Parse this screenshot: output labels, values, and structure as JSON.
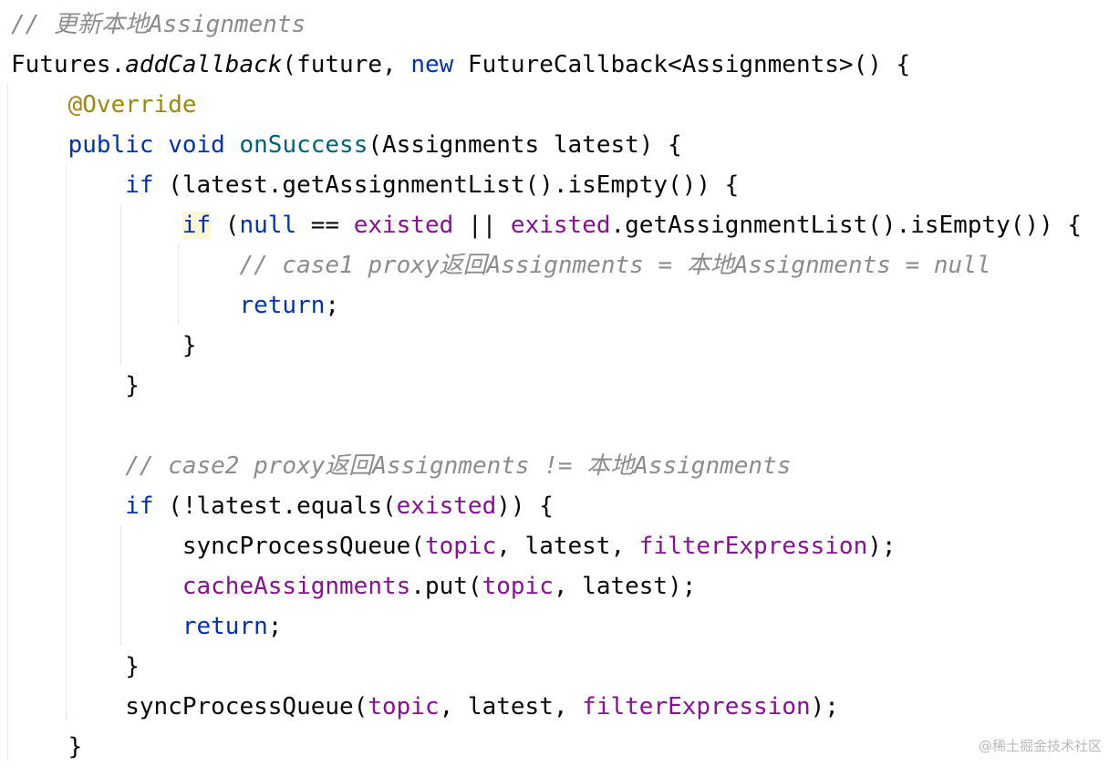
{
  "colors": {
    "background": "#ffffff",
    "default": "#080808",
    "keyword": "#0033b3",
    "comment": "#8c8c8c",
    "annotation": "#9e880d",
    "method_declaration": "#00627a",
    "field": "#871094",
    "caret_line_highlight": "#fdf7d5",
    "indent_guide": "#e6e6e6",
    "watermark": "#b9b9b9"
  },
  "code": {
    "lines": [
      {
        "tokens": [
          {
            "t": "comment",
            "text": "// 更新本地Assignments"
          }
        ]
      },
      {
        "tokens": [
          {
            "t": "plain",
            "text": "Futures."
          },
          {
            "t": "static-call",
            "text": "addCallback"
          },
          {
            "t": "plain",
            "text": "(future, "
          },
          {
            "t": "keyword",
            "text": "new"
          },
          {
            "t": "plain",
            "text": " FutureCallback<Assignments>() {"
          }
        ]
      },
      {
        "tokens": [
          {
            "t": "plain",
            "text": "    "
          },
          {
            "t": "annotation",
            "text": "@Override"
          }
        ]
      },
      {
        "tokens": [
          {
            "t": "plain",
            "text": "    "
          },
          {
            "t": "keyword",
            "text": "public"
          },
          {
            "t": "plain",
            "text": " "
          },
          {
            "t": "keyword",
            "text": "void"
          },
          {
            "t": "plain",
            "text": " "
          },
          {
            "t": "method-decl",
            "text": "onSuccess"
          },
          {
            "t": "plain",
            "text": "(Assignments latest) {"
          }
        ]
      },
      {
        "tokens": [
          {
            "t": "plain",
            "text": "        "
          },
          {
            "t": "keyword",
            "text": "if"
          },
          {
            "t": "plain",
            "text": " (latest.getAssignmentList().isEmpty()) {"
          }
        ]
      },
      {
        "tokens": [
          {
            "t": "plain",
            "text": "            "
          },
          {
            "t": "keyword highlight",
            "text": "if"
          },
          {
            "t": "plain",
            "text": " ("
          },
          {
            "t": "keyword",
            "text": "null"
          },
          {
            "t": "plain",
            "text": " == "
          },
          {
            "t": "field",
            "text": "existed"
          },
          {
            "t": "plain",
            "text": " || "
          },
          {
            "t": "field",
            "text": "existed"
          },
          {
            "t": "plain",
            "text": ".getAssignmentList().isEmpty()) {"
          }
        ]
      },
      {
        "tokens": [
          {
            "t": "plain",
            "text": "                "
          },
          {
            "t": "comment",
            "text": "// case1 proxy返回Assignments = 本地Assignments = null"
          }
        ]
      },
      {
        "tokens": [
          {
            "t": "plain",
            "text": "                "
          },
          {
            "t": "keyword",
            "text": "return"
          },
          {
            "t": "plain",
            "text": ";"
          }
        ]
      },
      {
        "tokens": [
          {
            "t": "plain",
            "text": "            }"
          }
        ]
      },
      {
        "tokens": [
          {
            "t": "plain",
            "text": "        }"
          }
        ]
      },
      {
        "tokens": []
      },
      {
        "tokens": [
          {
            "t": "plain",
            "text": "        "
          },
          {
            "t": "comment",
            "text": "// case2 proxy返回Assignments != 本地Assignments"
          }
        ]
      },
      {
        "tokens": [
          {
            "t": "plain",
            "text": "        "
          },
          {
            "t": "keyword",
            "text": "if"
          },
          {
            "t": "plain",
            "text": " (!latest.equals("
          },
          {
            "t": "field",
            "text": "existed"
          },
          {
            "t": "plain",
            "text": ")) {"
          }
        ]
      },
      {
        "tokens": [
          {
            "t": "plain",
            "text": "            syncProcessQueue("
          },
          {
            "t": "field",
            "text": "topic"
          },
          {
            "t": "plain",
            "text": ", latest, "
          },
          {
            "t": "field",
            "text": "filterExpression"
          },
          {
            "t": "plain",
            "text": ");"
          }
        ]
      },
      {
        "tokens": [
          {
            "t": "plain",
            "text": "            "
          },
          {
            "t": "field",
            "text": "cacheAssignments"
          },
          {
            "t": "plain",
            "text": ".put("
          },
          {
            "t": "field",
            "text": "topic"
          },
          {
            "t": "plain",
            "text": ", latest);"
          }
        ]
      },
      {
        "tokens": [
          {
            "t": "plain",
            "text": "            "
          },
          {
            "t": "keyword",
            "text": "return"
          },
          {
            "t": "plain",
            "text": ";"
          }
        ]
      },
      {
        "tokens": [
          {
            "t": "plain",
            "text": "        }"
          }
        ]
      },
      {
        "tokens": [
          {
            "t": "plain",
            "text": "        syncProcessQueue("
          },
          {
            "t": "field",
            "text": "topic"
          },
          {
            "t": "plain",
            "text": ", latest, "
          },
          {
            "t": "field",
            "text": "filterExpression"
          },
          {
            "t": "plain",
            "text": ");"
          }
        ]
      },
      {
        "tokens": [
          {
            "t": "plain",
            "text": "    }"
          }
        ]
      }
    ]
  },
  "watermark": {
    "text": "@稀土掘金技术社区"
  }
}
